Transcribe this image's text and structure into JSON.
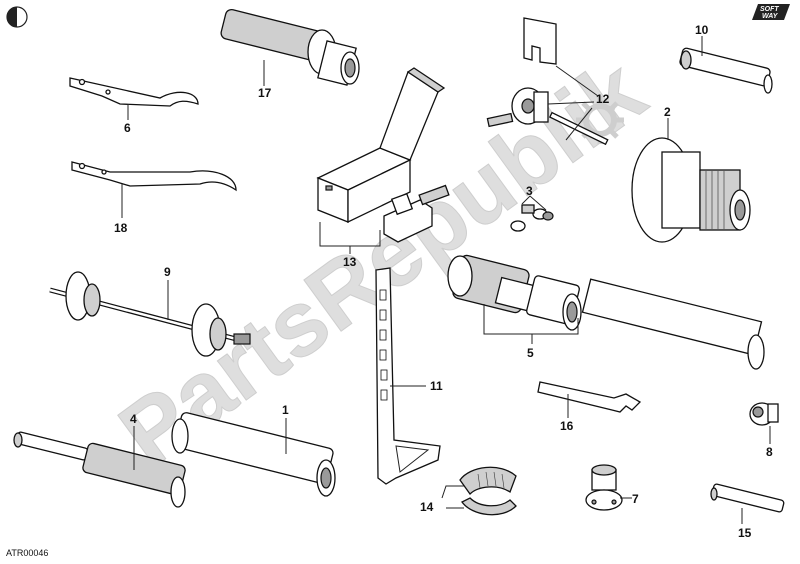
{
  "diagram": {
    "drawing_code": "ATR00046",
    "watermark": "PartsRepublik",
    "brand_mark": [
      "SOFT",
      "WAY"
    ],
    "callouts": [
      "1",
      "2",
      "3",
      "4",
      "5",
      "6",
      "7",
      "8",
      "9",
      "10",
      "11",
      "12",
      "13",
      "14",
      "15",
      "16",
      "17",
      "18"
    ]
  },
  "colors": {
    "line": "#111111",
    "watermark": "#d9d9d9",
    "shade": "#cfcfcf"
  },
  "icons": {
    "corner_left": "half-circle-icon",
    "corner_right": "softway-logo-icon",
    "watermark_gear": "gear-icon"
  }
}
